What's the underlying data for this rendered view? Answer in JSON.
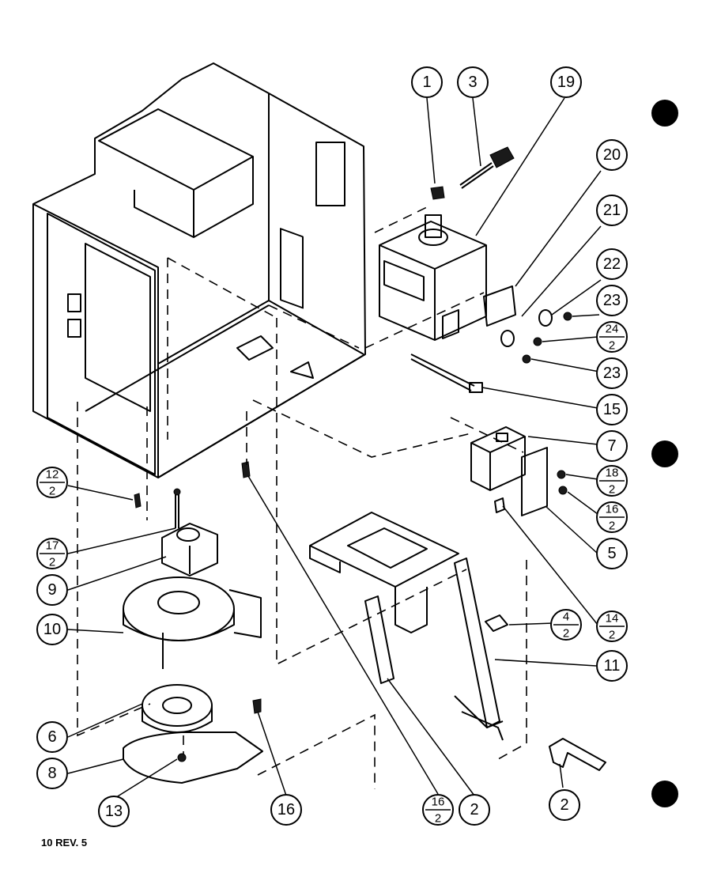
{
  "diagram": {
    "callouts": [
      {
        "id": "c1",
        "label": "1"
      },
      {
        "id": "c3",
        "label": "3"
      },
      {
        "id": "c19",
        "label": "19"
      },
      {
        "id": "c20",
        "label": "20"
      },
      {
        "id": "c21",
        "label": "21"
      },
      {
        "id": "c22",
        "label": "22"
      },
      {
        "id": "c23a",
        "label": "23"
      },
      {
        "id": "c24",
        "num": "24",
        "den": "2"
      },
      {
        "id": "c23b",
        "label": "23"
      },
      {
        "id": "c15",
        "label": "15"
      },
      {
        "id": "c7",
        "label": "7"
      },
      {
        "id": "c18",
        "num": "18",
        "den": "2"
      },
      {
        "id": "c16a",
        "num": "16",
        "den": "2"
      },
      {
        "id": "c5",
        "label": "5"
      },
      {
        "id": "c14",
        "num": "14",
        "den": "2"
      },
      {
        "id": "c4",
        "num": "4",
        "den": "2"
      },
      {
        "id": "c11",
        "label": "11"
      },
      {
        "id": "c12",
        "num": "12",
        "den": "2"
      },
      {
        "id": "c17",
        "num": "17",
        "den": "2"
      },
      {
        "id": "c9",
        "label": "9"
      },
      {
        "id": "c10",
        "label": "10"
      },
      {
        "id": "c6",
        "label": "6"
      },
      {
        "id": "c8",
        "label": "8"
      },
      {
        "id": "c13",
        "label": "13"
      },
      {
        "id": "c16b",
        "label": "16"
      },
      {
        "id": "c16c",
        "num": "16",
        "den": "2"
      },
      {
        "id": "c2a",
        "label": "2"
      },
      {
        "id": "c2b",
        "label": "2"
      }
    ],
    "footer_text": "10 REV. 5"
  }
}
